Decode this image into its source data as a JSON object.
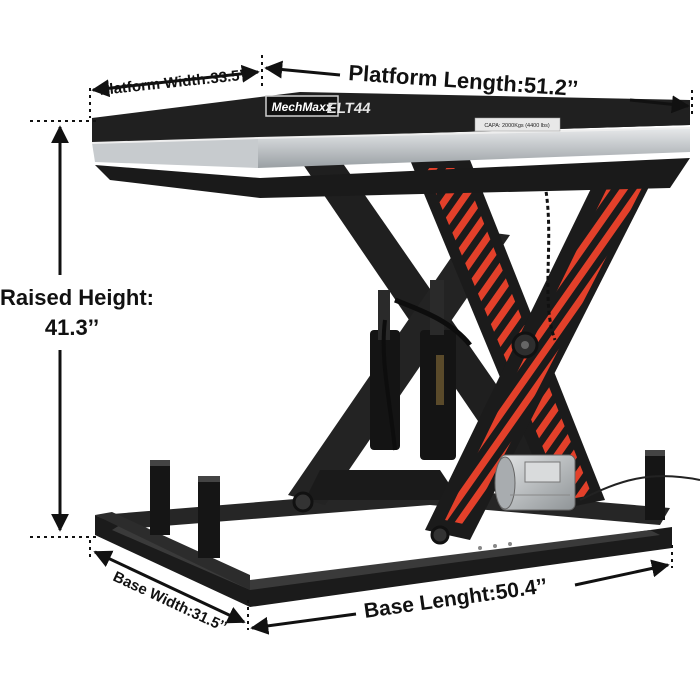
{
  "brand": {
    "logo": "MechMaxx",
    "model": "ELT44",
    "capacity_plate": "CAPA: 2000Kgs (4400 lbs)"
  },
  "dimensions": {
    "platform_width": "Platform Width:33.5’’",
    "platform_length": "Platform Length:51.2’’",
    "raised_height_line1": "Raised Height:",
    "raised_height_line2": "41.3’’",
    "base_width": "Base Width:31.5’’",
    "base_length": "Base Lenght:50.4’’"
  },
  "colors": {
    "frame": "#1b1b1b",
    "platform_edge": "#bfc3c6",
    "stripe_red": "#e3402a",
    "motor": "#c9ccce"
  },
  "icons": [
    "arrow-icon",
    "hydraulic-cylinder-icon",
    "electric-motor-icon"
  ]
}
